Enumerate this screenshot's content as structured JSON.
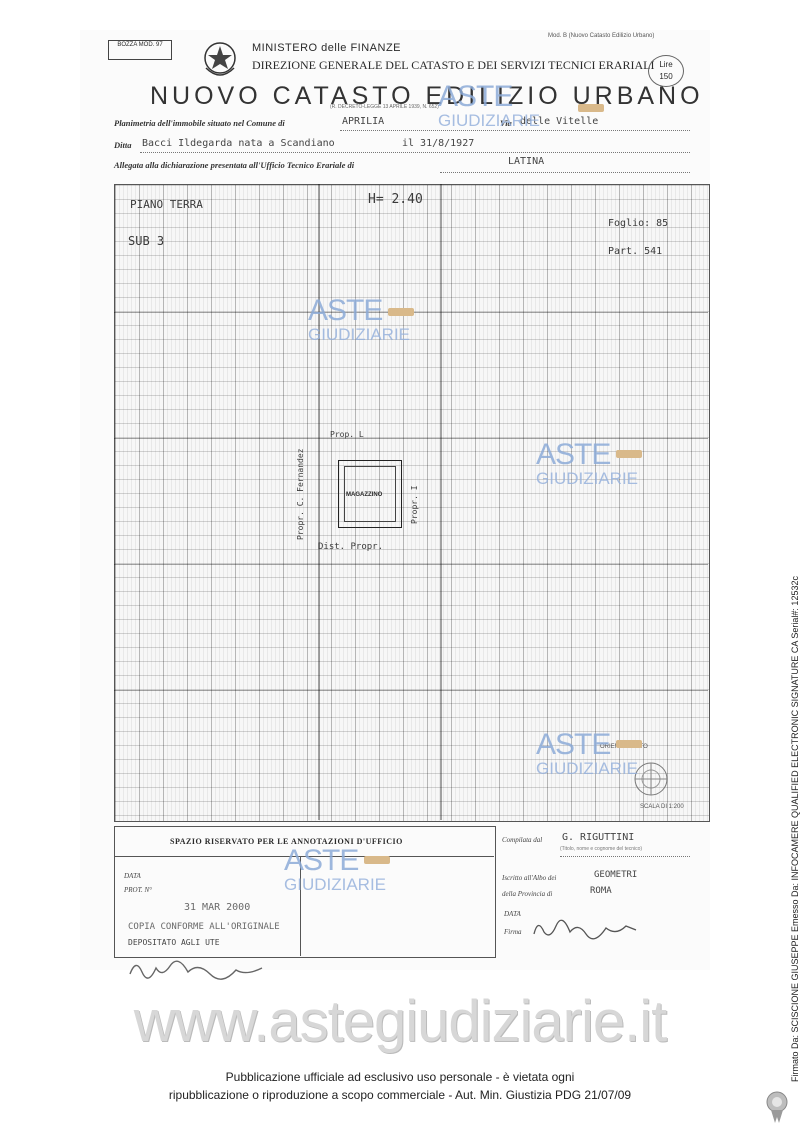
{
  "header": {
    "stamp_box": "BOZZA MOD. 97",
    "emblem": "repubblica-emblem-icon",
    "ministry": "MINISTERO delle FINANZE",
    "direzione": "DIREZIONE GENERALE DEL CATASTO E DEI SERVIZI TECNICI ERARIALI",
    "modello": "Mod. B (Nuovo Catasto Edilizio Urbano)",
    "lire_line1": "Lire",
    "lire_line2": "150",
    "title": "NUOVO CATASTO EDILIZIO URBANO",
    "decreto": "(R. DECRETO-LEGGE 13 APRILE 1939, N. 652)"
  },
  "form": {
    "planimetria_label": "Planimetria dell'immobile situato nel Comune di",
    "comune_value": "APRILIA",
    "via_label": "Via",
    "via_value": "delle Vitelle",
    "ditta_label": "Ditta",
    "ditta_value": "Bacci Ildegarda nata a Scandiano",
    "date_value": "il 31/8/1927",
    "allegata_label": "Allegata alla dichiarazione presentata all'Ufficio Tecnico Erariale di",
    "ufficio_value": "LATINA"
  },
  "plan": {
    "piano": "PIANO TERRA",
    "sub": "SUB 3",
    "height": "H= 2.40",
    "foglio": "Foglio: 85",
    "part": "Part. 541",
    "prop_top": "Prop. L",
    "prop_left": "Propr. C. Fernandez",
    "prop_right": "Propr. I",
    "room": "MAGAZZINO",
    "dist_label": "Dist. Propr."
  },
  "scale_label": "SCALA DI 1:200",
  "orientamento_label": "ORIENTAMENTO",
  "office": {
    "title": "SPAZIO RISERVATO PER LE ANNOTAZIONI D'UFFICIO",
    "data_label": "DATA",
    "prot_label": "PROT. N°",
    "stamp_date": "31 MAR 2000",
    "stamp_copy": "COPIA CONFORME ALL'ORIGINALE",
    "depositato": "DEPOSITATO AGLI UTE"
  },
  "compilation": {
    "compilata_label": "Compilata dal",
    "compilata_value": "G. RIGUTTINI",
    "compilata_note": "(Titolo, nome e cognome del tecnico)",
    "iscritto_label": "Iscritto all'Albo dei",
    "iscritto_value": "GEOMETRI",
    "provincia_label": "della Provincia di",
    "provincia_value": "ROMA",
    "data_label": "DATA",
    "firma_label": "Firma"
  },
  "watermarks": {
    "aste": "ASTE",
    "giudiziarie": "GIUDIZIARIE",
    "url": "www.astegiudiziarie.it"
  },
  "footer": {
    "line1": "Pubblicazione ufficiale ad esclusivo uso personale - è vietata ogni",
    "line2": "ripubblicazione o riproduzione a scopo commerciale - Aut. Min. Giustizia PDG 21/07/09"
  },
  "signature_note": "Firmato Da: SCISCIONE GIUSEPPE Emesso Da: INFOCAMERE QUALIFIED ELECTRONIC SIGNATURE CA Serial#: 12532c",
  "seal_icon": "certified-seal-icon"
}
